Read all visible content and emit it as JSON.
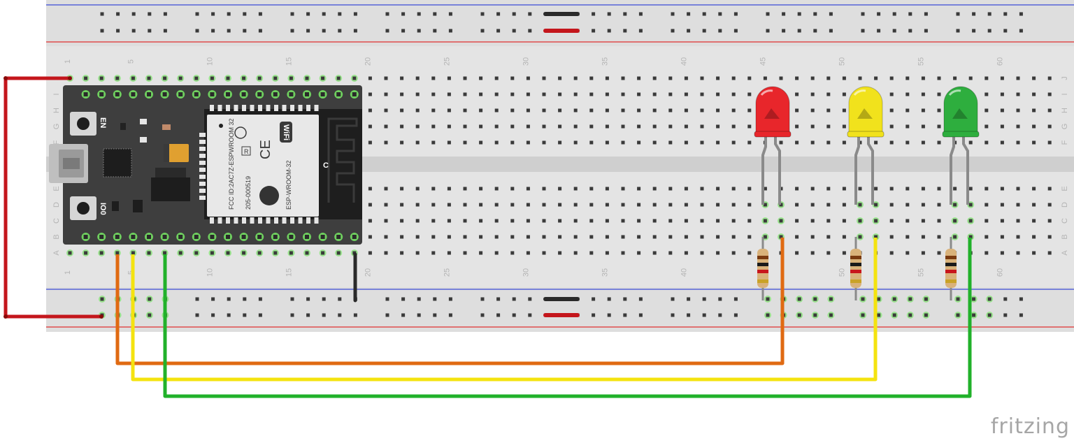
{
  "watermark": "fritzing",
  "breadboard": {
    "column_numbers": [
      "1",
      "5",
      "10",
      "15",
      "20",
      "25",
      "30",
      "35",
      "40",
      "45",
      "50",
      "55",
      "60"
    ],
    "row_letters_top": [
      "J",
      "I",
      "H",
      "G",
      "F"
    ],
    "row_letters_bottom": [
      "E",
      "D",
      "C",
      "B",
      "A"
    ]
  },
  "esp32": {
    "button_en": "EN",
    "button_io0": "IO0",
    "module_label": "ESP-WROOM-32",
    "fcc_text": "FCC ID:2AC7Z-ESPWROOM 32",
    "cert_text": "205-000519",
    "wifi_text": "WiFi",
    "r_mark": "R",
    "c_mark": "C"
  },
  "leds": [
    {
      "color": "red",
      "hex": "#e8262b"
    },
    {
      "color": "yellow",
      "hex": "#f1e21c"
    },
    {
      "color": "green",
      "hex": "#2eae3e"
    }
  ],
  "wire_colors": {
    "power_red": "#c4161c",
    "orange": "#e06a12",
    "yellow": "#f4e30f",
    "green": "#21b12a",
    "black": "#2a2a2a"
  }
}
